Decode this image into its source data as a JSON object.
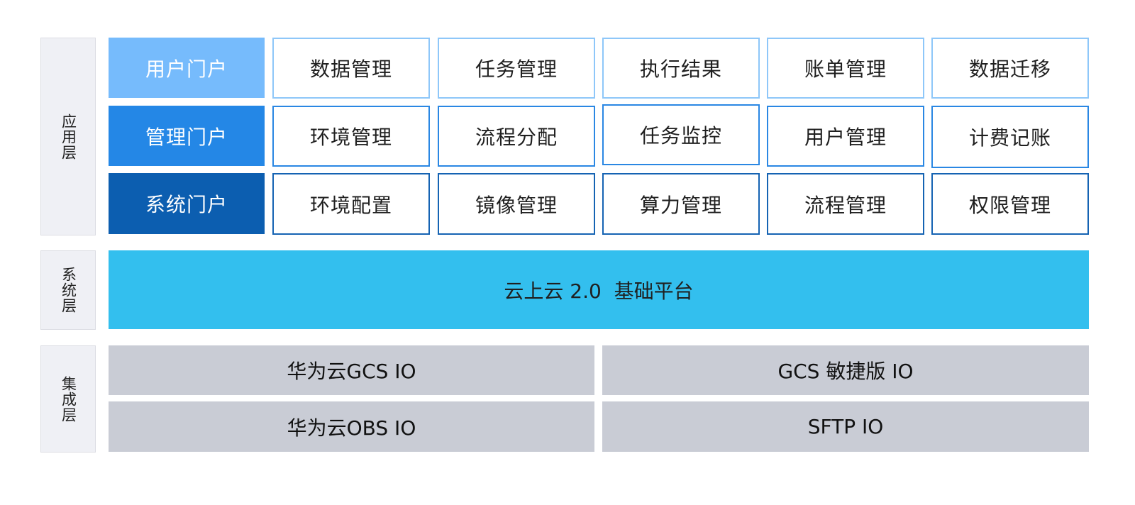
{
  "diagram": {
    "layers": [
      {
        "id": "application",
        "label": "应用层",
        "rows": [
          {
            "portal": "用户门户",
            "portal_color": "#76bbfc",
            "border_color": "#8ec7f9",
            "items": [
              "数据管理",
              "任务管理",
              "执行结果",
              "账单管理",
              "数据迁移"
            ]
          },
          {
            "portal": "管理门户",
            "portal_color": "#2487e6",
            "border_color": "#2a87e3",
            "items": [
              "环境管理",
              "流程分配",
              "任务监控",
              "用户管理",
              "计费记账"
            ]
          },
          {
            "portal": "系统门户",
            "portal_color": "#0c5eb0",
            "border_color": "#1563b3",
            "items": [
              "环境配置",
              "镜像管理",
              "算力管理",
              "流程管理",
              "权限管理"
            ]
          }
        ]
      },
      {
        "id": "system",
        "label": "系统层",
        "platform": "云上云 2.0  基础平台",
        "platform_color": "#33bfee"
      },
      {
        "id": "integration",
        "label": "集成层",
        "block_color": "#c9ccd5",
        "items": [
          [
            "华为云GCS IO",
            "GCS 敏捷版 IO"
          ],
          [
            "华为云OBS IO",
            "SFTP IO"
          ]
        ]
      }
    ]
  }
}
